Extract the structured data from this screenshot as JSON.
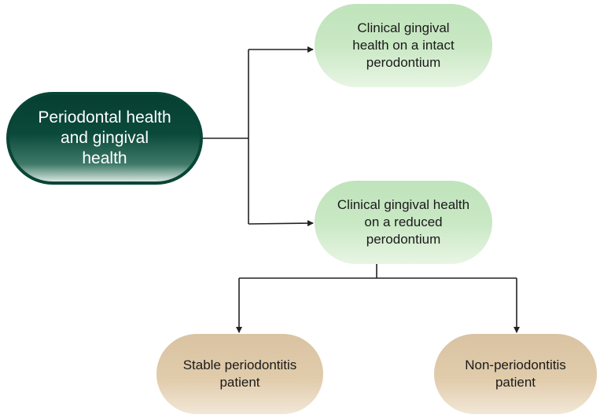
{
  "diagram": {
    "nodes": {
      "root": {
        "label": "Periodontal health\nand gingival\nhealth",
        "color": "#0b4a3b"
      },
      "intact": {
        "label": "Clinical gingival\nhealth on a intact\nperodontium",
        "color": "#c9e8c4"
      },
      "reduced": {
        "label": "Clinical gingival health\non a reduced\nperodontium",
        "color": "#c9e8c4"
      },
      "stable": {
        "label": "Stable periodontitis\npatient",
        "color": "#e0cbaa"
      },
      "non": {
        "label": "Non-periodontitis\npatient",
        "color": "#e0cbaa"
      }
    },
    "edges": [
      {
        "from": "root",
        "to": "intact"
      },
      {
        "from": "root",
        "to": "reduced"
      },
      {
        "from": "reduced",
        "to": "stable"
      },
      {
        "from": "reduced",
        "to": "non"
      }
    ]
  }
}
